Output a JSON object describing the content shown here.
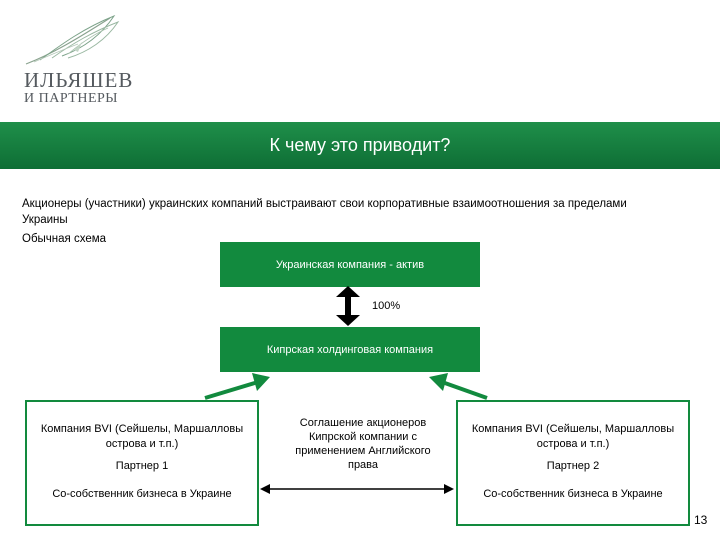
{
  "logo": {
    "line1": "ИЛЬЯШЕВ",
    "line2": "И ПАРТНЕРЫ"
  },
  "header": {
    "title": "К чему это приводит?"
  },
  "intro_text": "Акционеры (участники) украинских компаний выстраивают свои корпоративные взаимоотношения за пределами Украины",
  "scheme_caption": "Обычная схема",
  "diagram": {
    "top_box": "Украинская компания - актив",
    "ownership_label": "100%",
    "holding_box": "Кипрская холдинговая компания",
    "partners": [
      {
        "company": "Компания BVI (Сейшелы, Маршалловы острова и т.п.)",
        "name": "Партнер 1",
        "role": "Со-собственник бизнеса в Украине"
      },
      {
        "company": "Компания BVI (Сейшелы, Маршалловы острова и т.п.)",
        "name": "Партнер 2",
        "role": "Со-собственник бизнеса в Украине"
      }
    ],
    "agreement": "Соглашение акционеров Кипрской компании с применением Английского права"
  },
  "page_number": "13",
  "colors": {
    "brand_green": "#128a3e",
    "band_green": "#1f8f4a",
    "logo_gray": "#555a5f"
  }
}
